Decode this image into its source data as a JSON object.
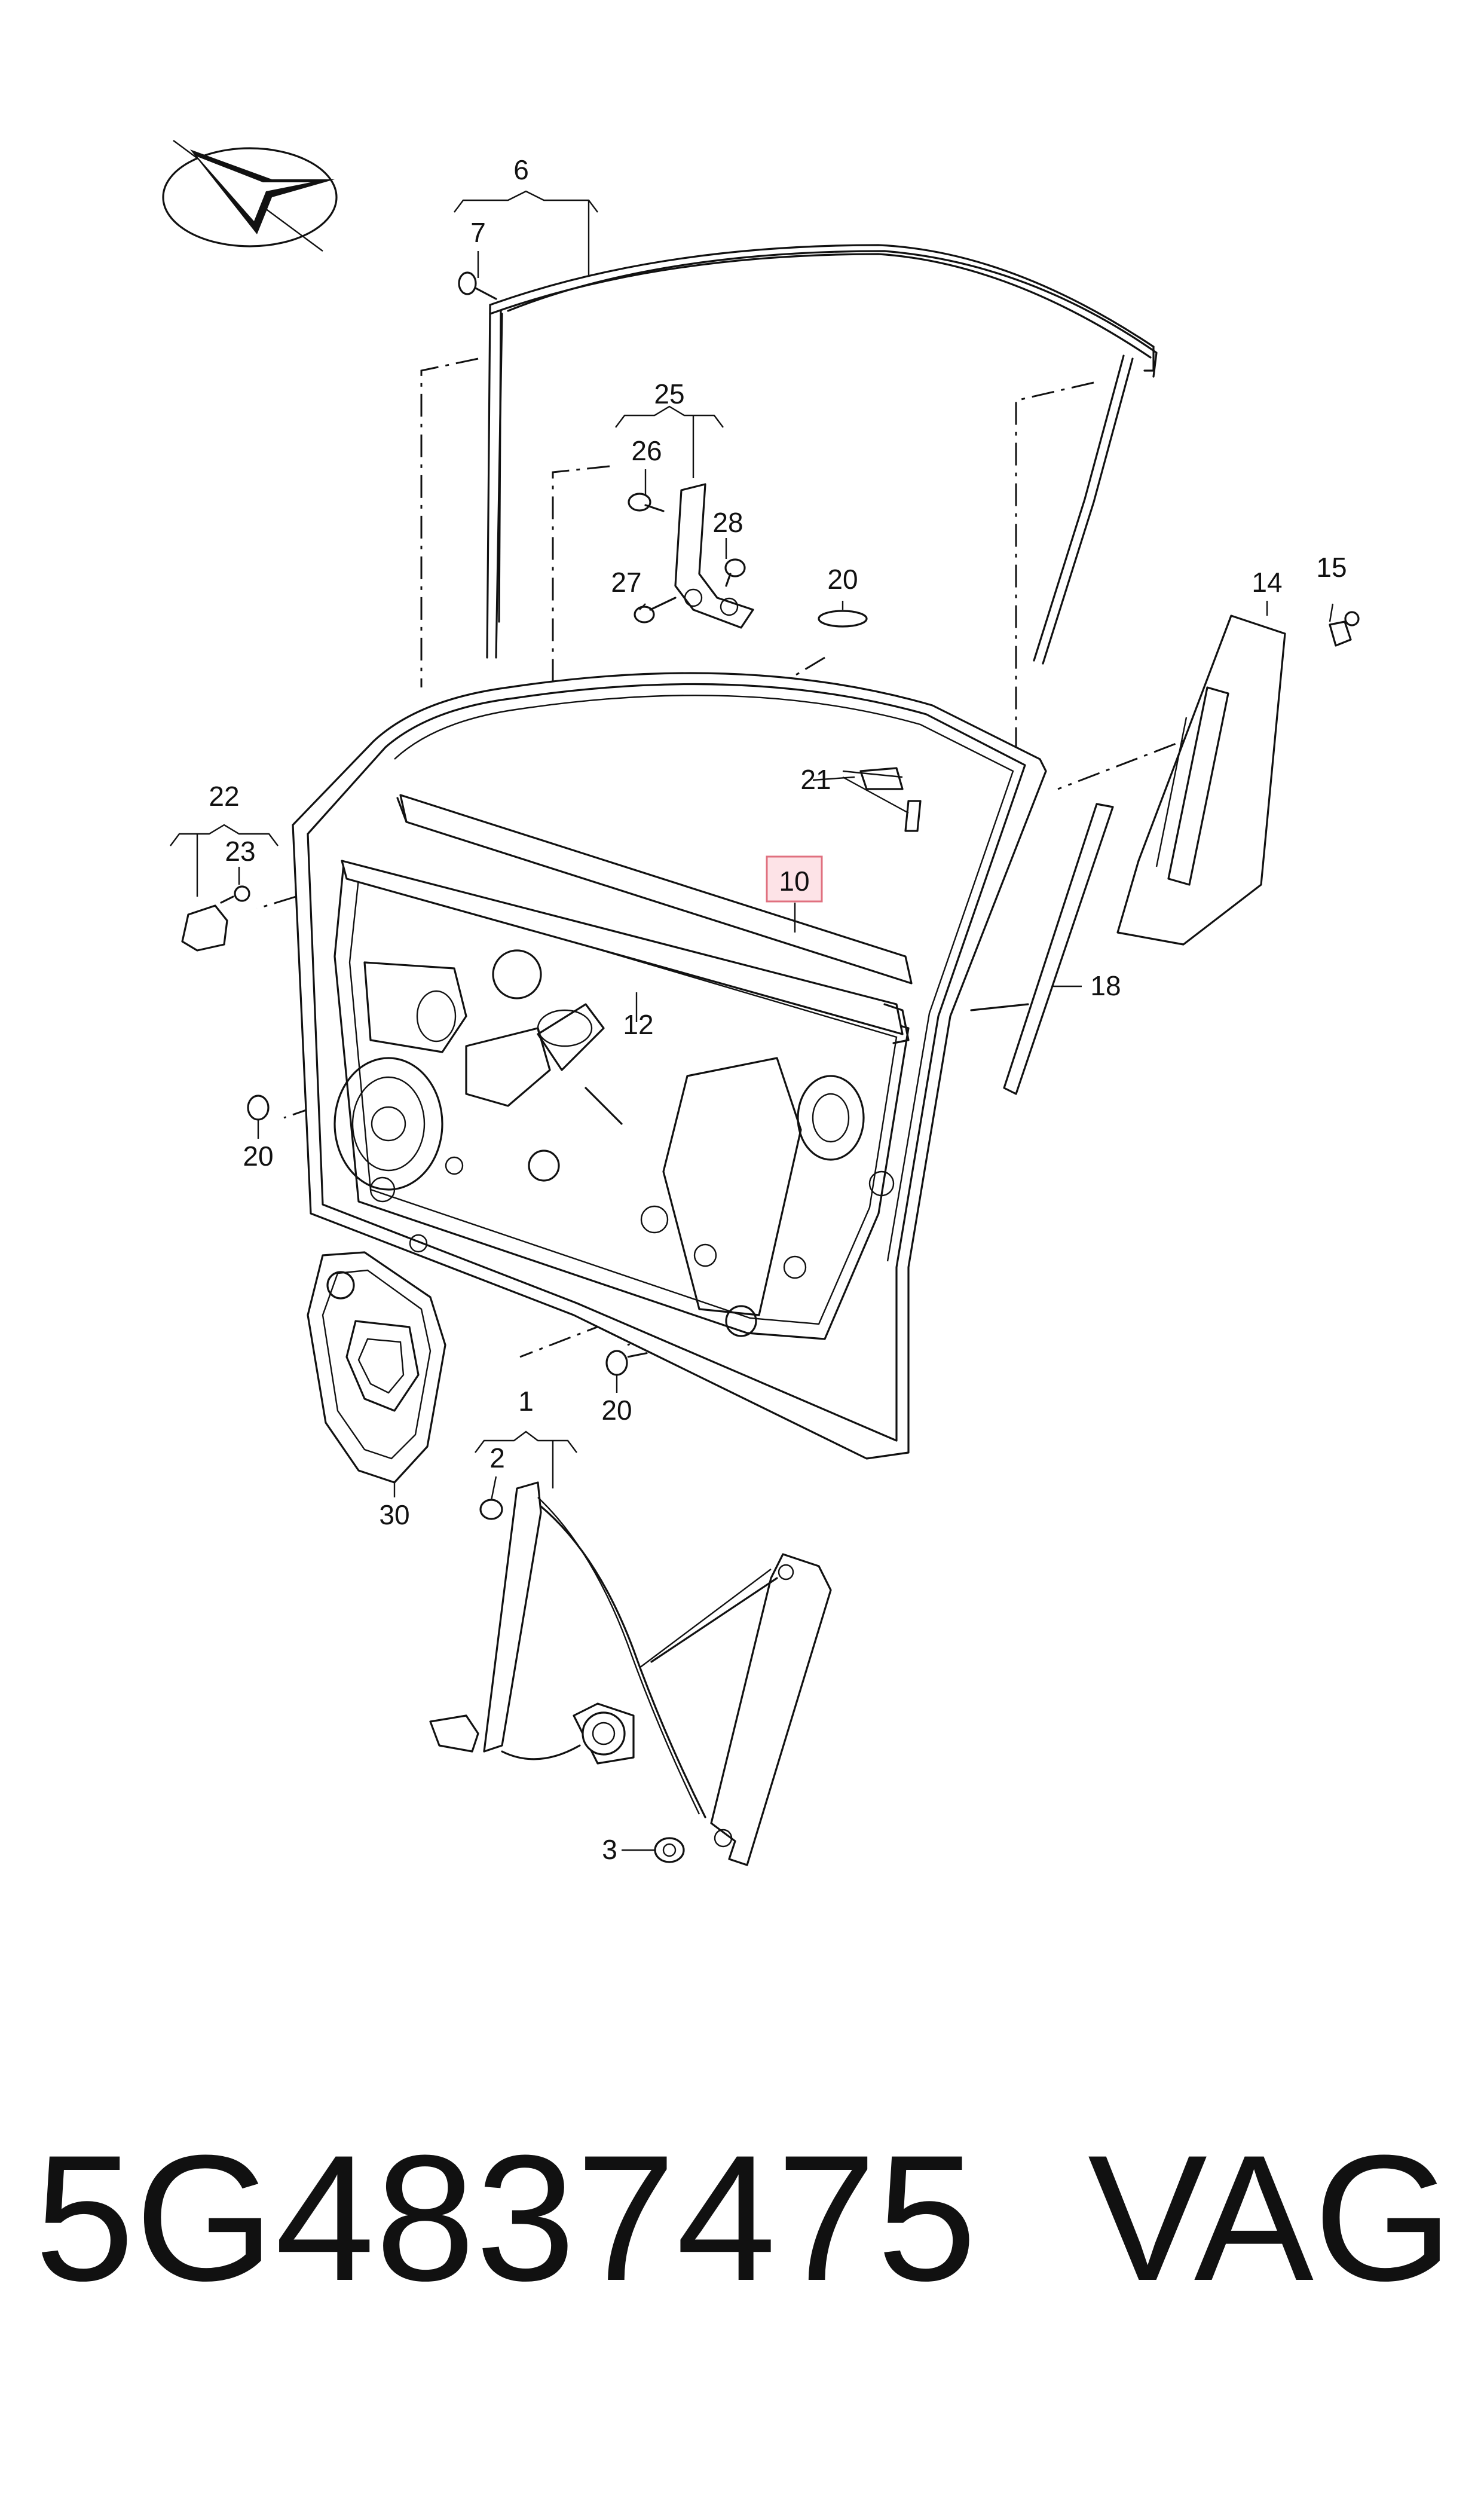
{
  "part_number": "5G4837475",
  "brand": "VAG",
  "callouts": {
    "c1": "1",
    "c2": "2",
    "c3": "3",
    "c6": "6",
    "c7": "7",
    "c10": "10",
    "c12": "12",
    "c14": "14",
    "c15": "15",
    "c18": "18",
    "c20a": "20",
    "c20b": "20",
    "c20c": "20",
    "c21": "21",
    "c22": "22",
    "c23": "23",
    "c25": "25",
    "c26": "26",
    "c27": "27",
    "c28": "28",
    "c30": "30"
  },
  "highlighted_callout": "10",
  "colors": {
    "highlight_fill": "#fde3e7",
    "highlight_stroke": "#e0707f",
    "line": "#111111"
  }
}
